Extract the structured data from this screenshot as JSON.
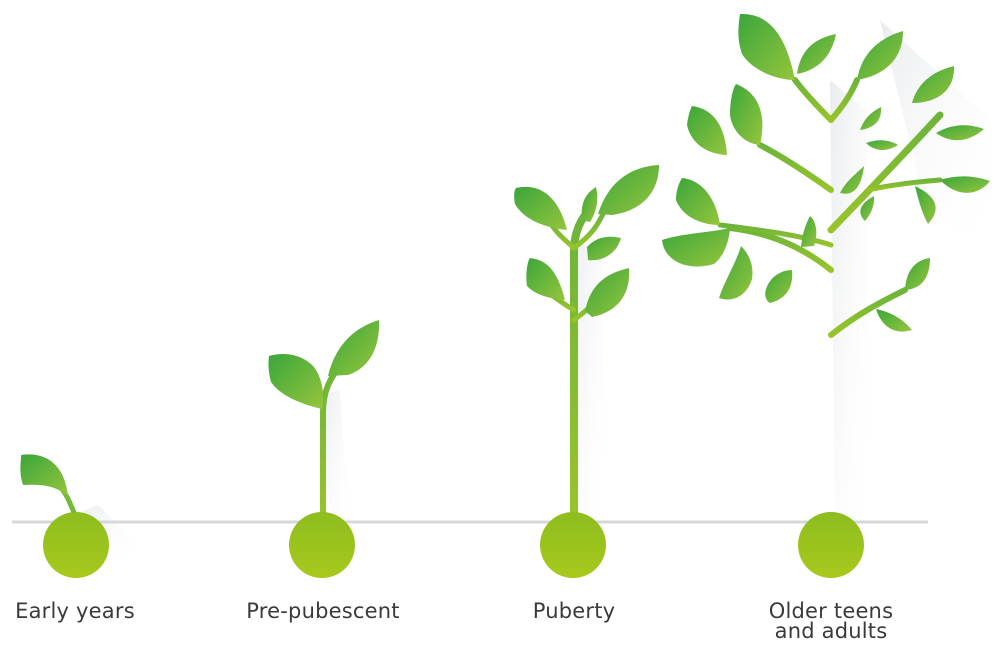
{
  "stages": [
    {
      "id": "early-years",
      "label_lines": [
        "Early years"
      ]
    },
    {
      "id": "pre-pubescent",
      "label_lines": [
        "Pre-pubescent"
      ]
    },
    {
      "id": "puberty",
      "label_lines": [
        "Puberty"
      ]
    },
    {
      "id": "older-teens-and-adults",
      "label_lines": [
        "Older teens",
        "and adults"
      ]
    }
  ],
  "colors": {
    "ground_line": "#d5d7da",
    "seed_dark": "#8fc11c",
    "seed_light": "#a5c91e",
    "leaf_dark": "#3fa33c",
    "leaf_light": "#8ec23d",
    "shadow": "#eceef0"
  }
}
